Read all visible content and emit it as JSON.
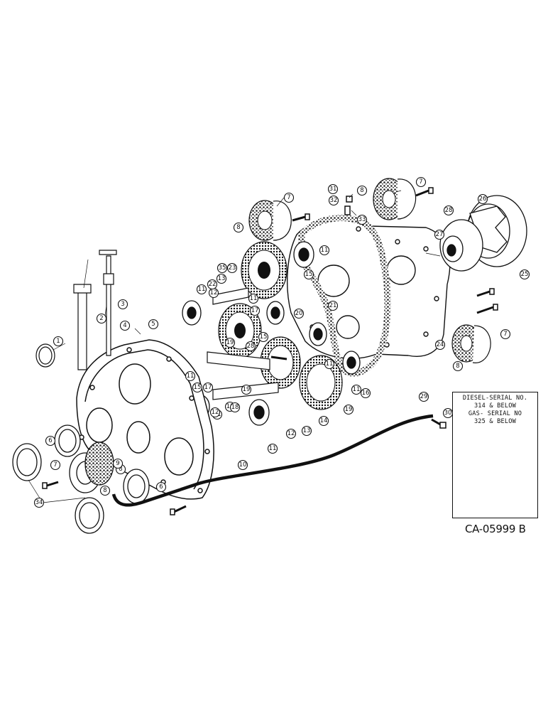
{
  "drawing_id": "CA-05999 B",
  "inset": {
    "lines": [
      "DIESEL-SERIAL NO.",
      "314 & BELOW",
      "GAS- SERIAL NO",
      "325 & BELOW"
    ],
    "callout": "28"
  },
  "callouts": {
    "c1": "1",
    "c2": "2",
    "c3": "3",
    "c4": "4",
    "c5": "5",
    "c6a": "6",
    "c6b": "6",
    "c7a": "7",
    "c7b": "7",
    "c7c": "7",
    "c7d": "7",
    "c8a": "8",
    "c8b": "8",
    "c8c": "8",
    "c8d": "8",
    "c8e": "8",
    "c9": "9",
    "c10": "10",
    "c11a": "11",
    "c11b": "11",
    "c11c": "11",
    "c11d": "11",
    "c11e": "11",
    "c11f": "11",
    "c11g": "11",
    "c12a": "12",
    "c12b": "12",
    "c12c": "12",
    "c13a": "13",
    "c13b": "13",
    "c13c": "13",
    "c14": "14",
    "c15a": "15",
    "c15b": "15",
    "c15c": "15",
    "c16": "16",
    "c17a": "17",
    "c17b": "17",
    "c18": "18",
    "c19a": "19",
    "c19b": "19",
    "c19c": "19",
    "c20": "20",
    "c21": "21",
    "c22": "22",
    "c23": "23",
    "c24": "24",
    "c25": "25",
    "c26": "26",
    "c27": "27",
    "c28": "28",
    "c29": "29",
    "c30": "30",
    "c31": "31",
    "c32": "32",
    "c33": "33",
    "c34": "34",
    "c35": "35"
  }
}
